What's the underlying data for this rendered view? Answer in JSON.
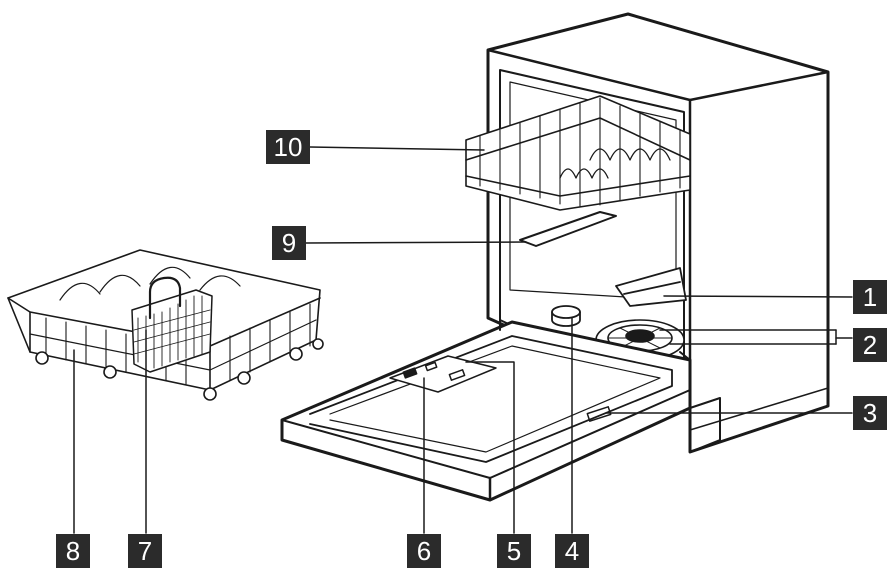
{
  "callouts": [
    {
      "id": "1",
      "label": "1"
    },
    {
      "id": "2",
      "label": "2"
    },
    {
      "id": "3",
      "label": "3"
    },
    {
      "id": "4",
      "label": "4"
    },
    {
      "id": "5",
      "label": "5"
    },
    {
      "id": "6",
      "label": "6"
    },
    {
      "id": "7",
      "label": "7"
    },
    {
      "id": "8",
      "label": "8"
    },
    {
      "id": "9",
      "label": "9"
    },
    {
      "id": "10",
      "label": "10"
    }
  ],
  "colors": {
    "line": "#1a1a1a",
    "callout_bg": "#2b2b2b",
    "callout_text": "#ffffff",
    "body_fill": "#ffffff"
  }
}
